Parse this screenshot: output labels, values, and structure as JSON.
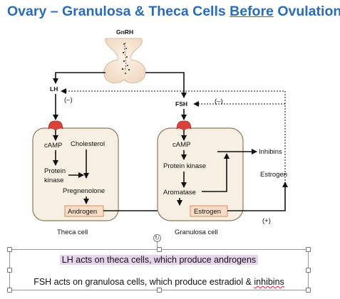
{
  "slide": {
    "title_prefix": "Ovary – Granulosa & Theca Cells ",
    "title_emphasis": "Before",
    "title_suffix": " Ovulation"
  },
  "diagram": {
    "gnrh": "GnRH",
    "lh": "LH",
    "fsh": "FSH",
    "lh_feedback": "(–)",
    "fsh_feedback": "(–)",
    "estrogen_feedback": "(+)",
    "theca": {
      "camp": "cAMP",
      "cholesterol": "Cholesterol",
      "protein_kinase_1": "Protein",
      "protein_kinase_2": "kinase",
      "pregnenolone": "Pregnenolone",
      "androgen": "Androgen",
      "cell_label": "Theca cell"
    },
    "granulosa": {
      "camp": "cAMP",
      "protein_kinase": "Protein kinase",
      "aromatase": "Aromatase",
      "estrogen": "Estrogen",
      "cell_label": "Granulosa cell"
    },
    "inhibins_out": "Inhibins",
    "estrogen_out": "Estrogen",
    "colors": {
      "cell_fill": "#f7efe2",
      "cell_stroke": "#8c7a5e",
      "receptor": "#d9423a",
      "product_box": "#f8dcc6",
      "product_box_stroke": "#c77b50",
      "title": "#2a6cb5"
    }
  },
  "textbox": {
    "line1": "LH acts on theca cells, which produce androgens",
    "line2_main": "FSH acts on granulosa cells, which produce estradiol & ",
    "line2_flagged": "inhibins",
    "highlight_color": "#e6d4ec"
  }
}
